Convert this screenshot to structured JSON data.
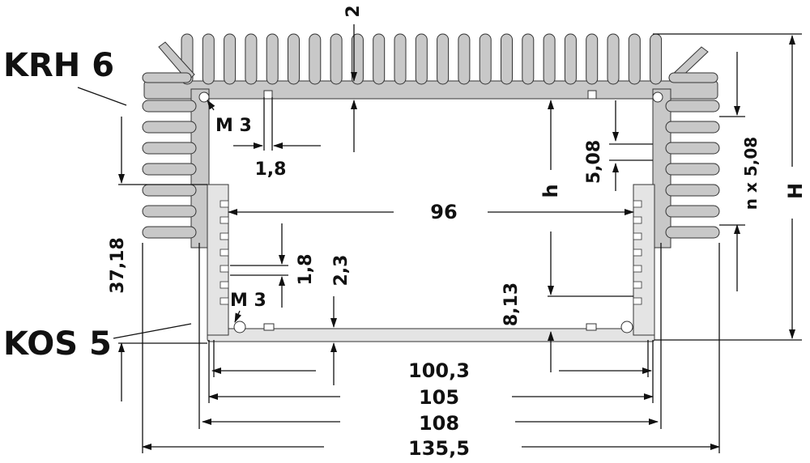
{
  "profiles": {
    "heatsink_label": "KRH 6",
    "housing_label": "KOS 5",
    "heatsink_color": "#c8c8c8",
    "housing_color": "#e4e4e4",
    "outline_color": "#333333"
  },
  "dimensions": {
    "top_thickness": "2",
    "slot_width_top": "1,8",
    "screw_top": "M 3",
    "screw_bottom": "M 3",
    "inner_width": "96",
    "fin_pitch": "5,08",
    "inner_height": "h",
    "slot_width_bottom": "1,8",
    "bottom_thickness": "2,3",
    "base_offset": "8,13",
    "side_height": "37,18",
    "fin_count": "n x 5,08",
    "total_height": "H",
    "width_100_3": "100,3",
    "width_105": "105",
    "width_108": "108",
    "width_135_5": "135,5"
  }
}
